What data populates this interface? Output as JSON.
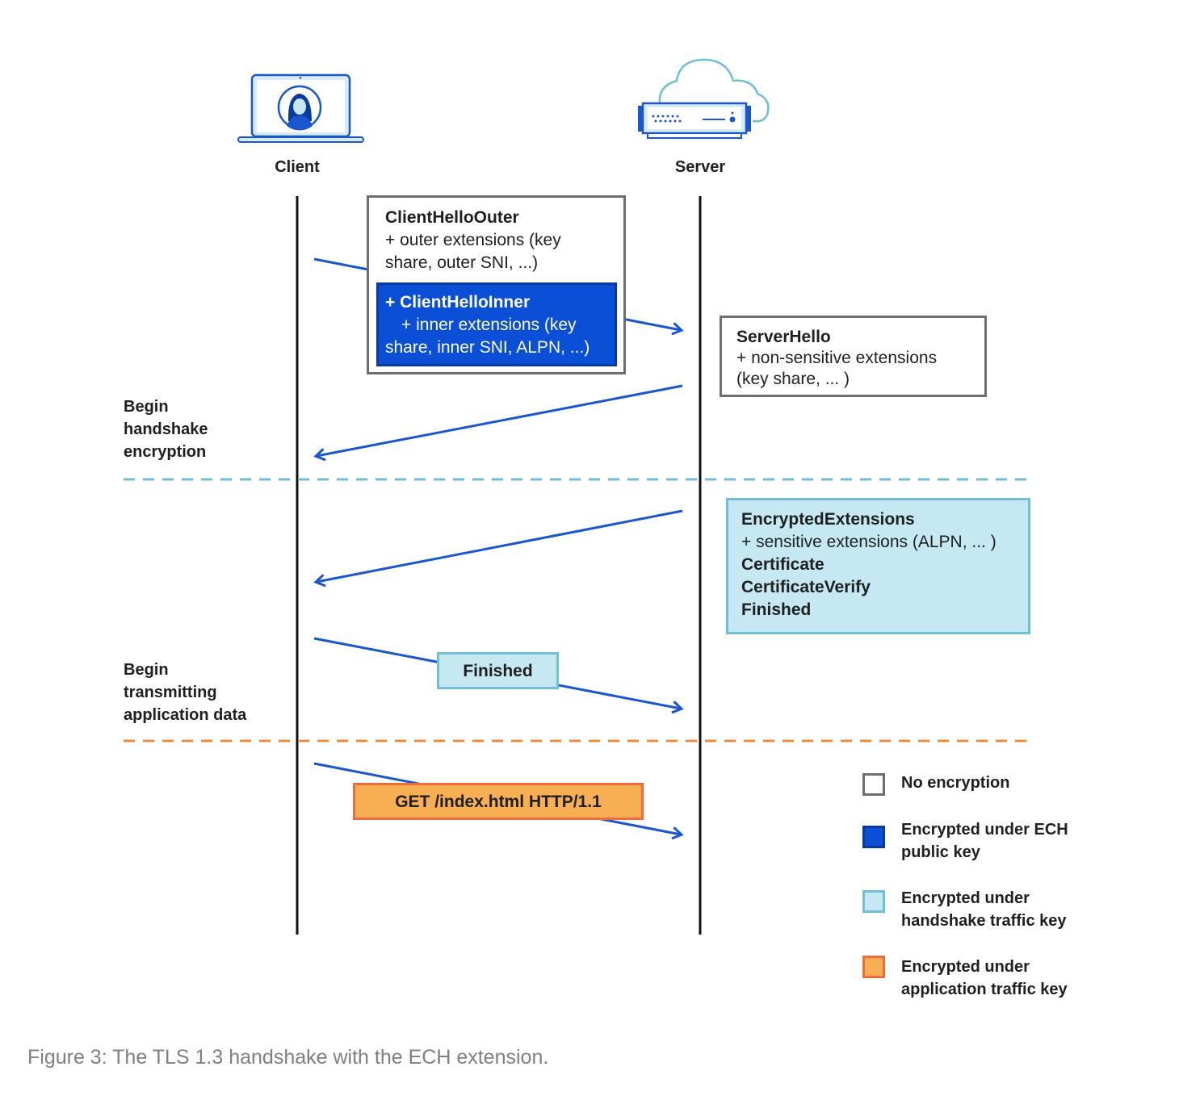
{
  "actors": {
    "client": {
      "label": "Client",
      "icon": "laptop-user-icon"
    },
    "server": {
      "label": "Server",
      "icon": "cloud-server-icon"
    }
  },
  "messages": {
    "client_hello_outer": {
      "title": "ClientHelloOuter",
      "lines": [
        "+ outer extensions (key",
        "share, outer SNI, ...)"
      ],
      "encryption": "none"
    },
    "client_hello_inner": {
      "title": "+ ClientHelloInner",
      "lines": [
        "+ inner extensions (key",
        "share, inner SNI, ALPN, ...)"
      ],
      "encryption": "ech"
    },
    "server_hello": {
      "title": "ServerHello",
      "lines": [
        "+ non-sensitive extensions",
        "(key share, ... )"
      ],
      "encryption": "none"
    },
    "encrypted_extensions": {
      "title": "EncryptedExtensions",
      "line": "+ sensitive extensions (ALPN, ... )",
      "items": [
        "Certificate",
        "CertificateVerify",
        "Finished"
      ],
      "encryption": "handshake"
    },
    "client_finished": {
      "title": "Finished",
      "encryption": "handshake"
    },
    "http_get": {
      "title": "GET /index.html HTTP/1.1",
      "encryption": "application"
    }
  },
  "phases": {
    "handshake": [
      "Begin",
      "handshake",
      "encryption"
    ],
    "application": [
      "Begin",
      "transmitting",
      "application data"
    ]
  },
  "legend": [
    {
      "key": "none",
      "lines": [
        "No encryption"
      ],
      "color": "#ffffff",
      "border": "#6e6e6e"
    },
    {
      "key": "ech",
      "lines": [
        "Encrypted under ECH",
        "public key"
      ],
      "color": "#0a4fd6",
      "border": "#0a3aa0"
    },
    {
      "key": "handshake",
      "lines": [
        "Encrypted under",
        "handshake traffic key"
      ],
      "color": "#c6e8f3",
      "border": "#6fbfd6"
    },
    {
      "key": "application",
      "lines": [
        "Encrypted under",
        "application traffic key"
      ],
      "color": "#f8ae52",
      "border": "#ef6a3c"
    }
  ],
  "colors": {
    "arrow": "#1a56d0",
    "handshake_divider": "#6fbfd6",
    "application_divider": "#ee8a3e",
    "lifeline": "#111111"
  },
  "caption": "Figure 3: The TLS 1.3 handshake with the ECH extension."
}
